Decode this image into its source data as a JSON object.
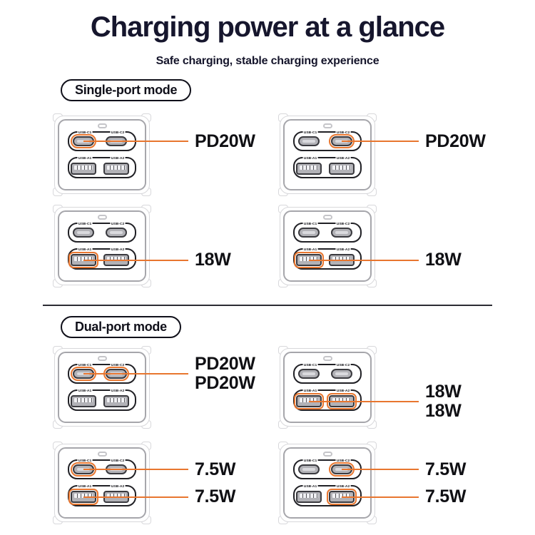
{
  "header": {
    "title": "Charging power at a glance",
    "subtitle": "Safe charging, stable charging experience"
  },
  "colors": {
    "accent": "#e8762f",
    "title_text": "#16162d",
    "body_text": "#101014"
  },
  "port_labels": {
    "c1": "USB-C1",
    "c2": "USB-C2",
    "a1": "USB-A1",
    "a2": "USB-A2"
  },
  "sections": [
    {
      "label": "Single-port mode",
      "chargers": [
        {
          "highlight": [
            "c1"
          ],
          "callouts": [
            {
              "row": "c",
              "lines": [
                "PD20W"
              ]
            }
          ]
        },
        {
          "highlight": [
            "c2"
          ],
          "callouts": [
            {
              "row": "c",
              "lines": [
                "PD20W"
              ]
            }
          ]
        },
        {
          "highlight": [
            "a1"
          ],
          "callouts": [
            {
              "row": "a",
              "lines": [
                "18W"
              ]
            }
          ]
        },
        {
          "highlight": [
            "a1"
          ],
          "callouts": [
            {
              "row": "a",
              "lines": [
                "18W"
              ]
            }
          ]
        }
      ]
    },
    {
      "label": "Dual-port mode",
      "chargers": [
        {
          "highlight": [
            "c1",
            "c2"
          ],
          "callouts": [
            {
              "row": "c",
              "lines": [
                "PD20W",
                "PD20W"
              ]
            }
          ]
        },
        {
          "highlight": [
            "a1",
            "a2"
          ],
          "callouts": [
            {
              "row": "a",
              "lines": [
                "18W",
                "18W"
              ]
            }
          ]
        },
        {
          "highlight": [
            "c1",
            "a1"
          ],
          "callouts": [
            {
              "row": "c",
              "lines": [
                "7.5W"
              ]
            },
            {
              "row": "a",
              "lines": [
                "7.5W"
              ]
            }
          ]
        },
        {
          "highlight": [
            "c2",
            "a2"
          ],
          "callouts": [
            {
              "row": "c",
              "lines": [
                "7.5W"
              ]
            },
            {
              "row": "a",
              "lines": [
                "7.5W"
              ]
            }
          ]
        }
      ]
    }
  ]
}
